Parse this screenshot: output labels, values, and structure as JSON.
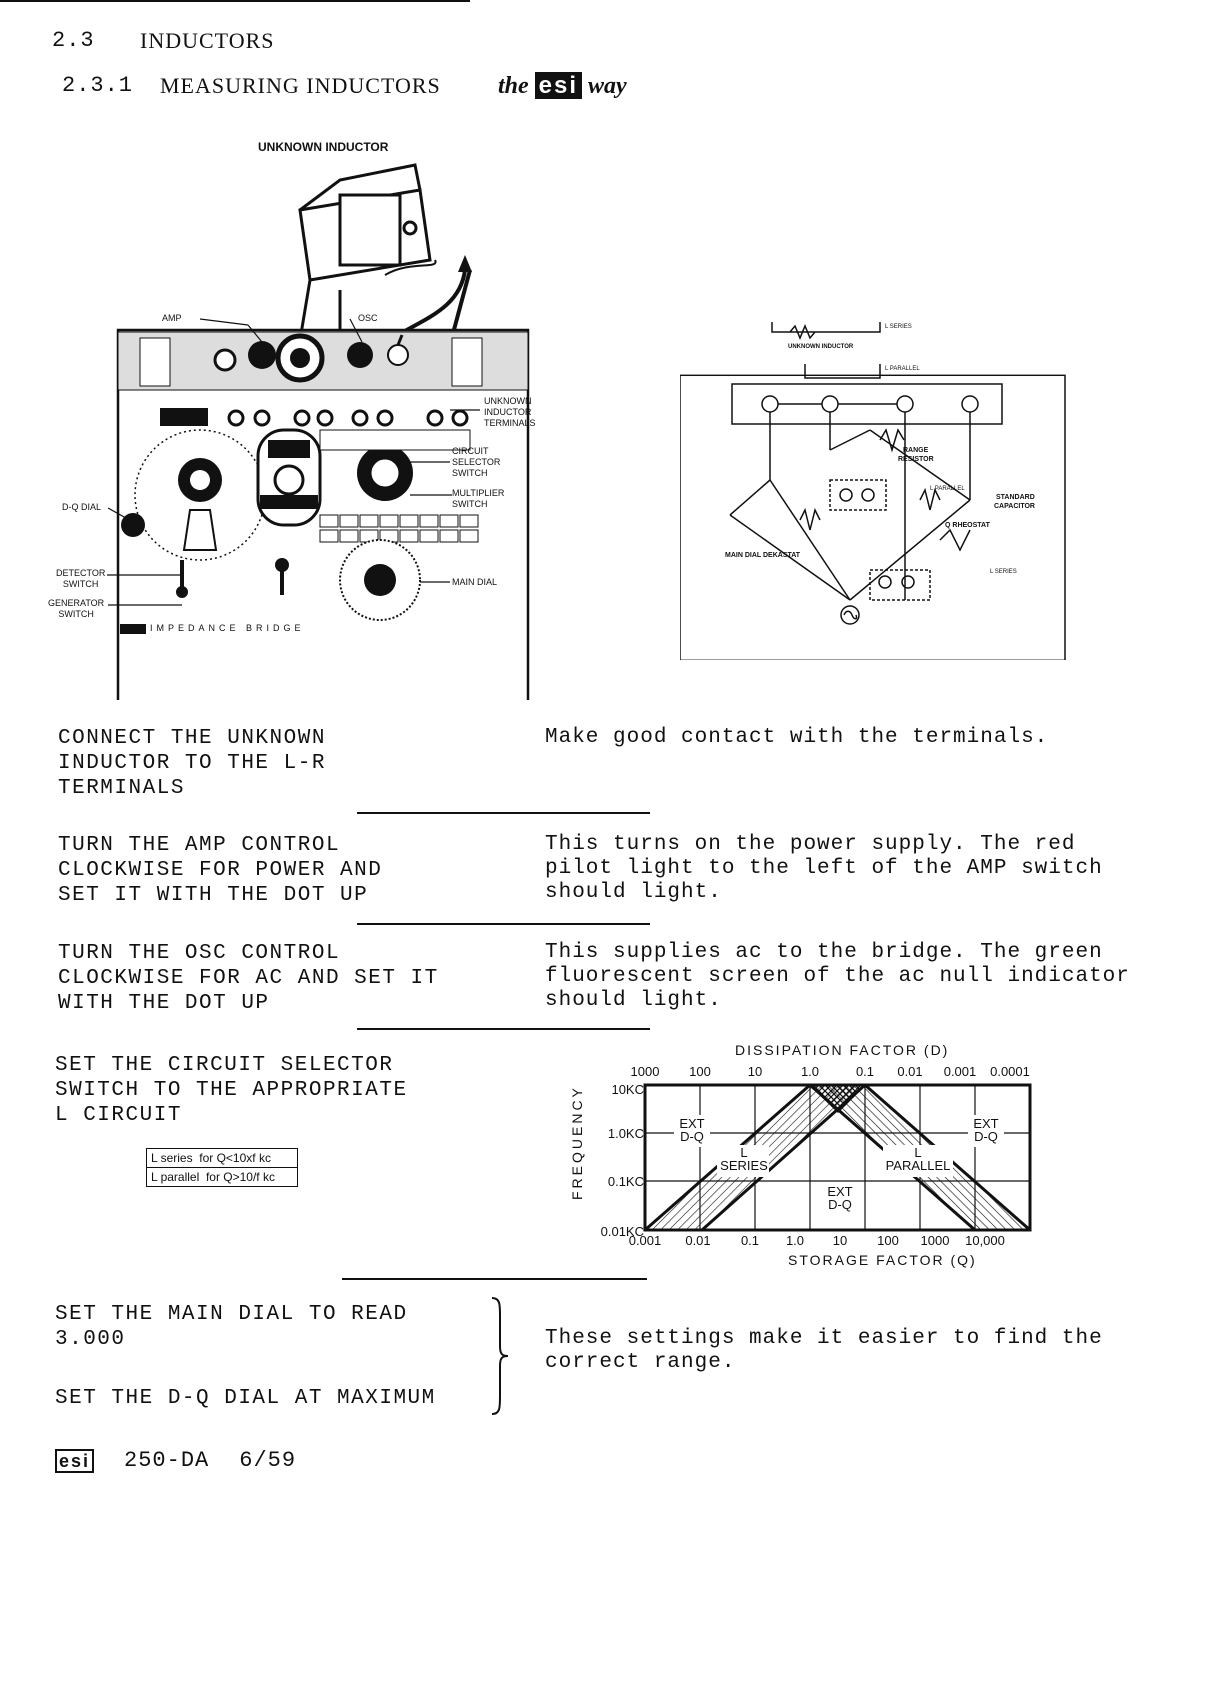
{
  "section": {
    "number": "2.3",
    "title": "INDUCTORS",
    "sub_number": "2.3.1",
    "sub_title": "MEASURING INDUCTORS",
    "logo_prefix": "the",
    "logo_word": "esi",
    "logo_suffix": "way"
  },
  "figure": {
    "unknown_inductor": "UNKNOWN INDUCTOR",
    "amp": "AMP",
    "osc": "OSC",
    "unknown_inductor_terminals": [
      "UNKNOWN",
      "INDUCTOR",
      "TERMINALS"
    ],
    "circuit_selector_switch": [
      "CIRCUIT",
      "SELECTOR",
      "SWITCH"
    ],
    "multiplier_switch": [
      "MULTIPLIER",
      "SWITCH"
    ],
    "dq_dial": "D-Q DIAL",
    "detector_switch": [
      "DETECTOR",
      "SWITCH"
    ],
    "generator_switch": [
      "GENERATOR",
      "SWITCH"
    ],
    "main_dial": "MAIN DIAL",
    "panel_brand": "IMPEDANCE BRIDGE"
  },
  "schematic": {
    "l_series_top": "L SERIES",
    "unknown_inductor": "UNKNOWN INDUCTOR",
    "l_parallel_top": "L PARALLEL",
    "range_resistor": [
      "RANGE",
      "RESISTOR"
    ],
    "l_parallel": "L PARALLEL",
    "standard_capacitor": [
      "STANDARD",
      "CAPACITOR"
    ],
    "q_rheostat": "Q RHEOSTAT",
    "main_dial_dekastat": "MAIN DIAL DEKASTAT",
    "l_series": "L SERIES"
  },
  "steps": [
    {
      "instruction": [
        "CONNECT THE UNKNOWN",
        "INDUCTOR TO THE L-R",
        "TERMINALS"
      ],
      "note": [
        "Make good contact with the terminals."
      ]
    },
    {
      "instruction": [
        "TURN THE AMP CONTROL",
        "CLOCKWISE FOR POWER AND",
        "SET IT WITH THE DOT UP"
      ],
      "note": [
        "This turns on the power supply.  The red",
        "pilot light to the left of the AMP switch",
        "should light."
      ]
    },
    {
      "instruction": [
        "TURN THE OSC CONTROL",
        "CLOCKWISE FOR AC AND SET IT",
        "WITH THE DOT UP"
      ],
      "note": [
        "This supplies ac to the bridge.  The green",
        "fluorescent screen of the ac null indicator",
        "should light."
      ]
    },
    {
      "instruction": [
        "SET THE CIRCUIT SELECTOR",
        "SWITCH TO THE APPROPRIATE",
        "L CIRCUIT"
      ]
    }
  ],
  "lcircuit_table": [
    {
      "label": "L series",
      "condition": "for Q<10xf kc"
    },
    {
      "label": "L parallel",
      "condition": "for Q>10/f kc"
    }
  ],
  "region_chart": {
    "title": "DISSIPATION FACTOR (D)",
    "top_ticks": [
      "1000",
      "100",
      "10",
      "1.0",
      "0.1",
      "0.01",
      "0.001",
      "0.0001"
    ],
    "left_ticks": [
      "10KC",
      "1.0KC",
      "0.1KC",
      "0.01KC"
    ],
    "bottom_ticks": [
      "0.001",
      "0.01",
      "0.1",
      "1.0",
      "10",
      "100",
      "1000",
      "10,000"
    ],
    "ylabel": "FREQUENCY",
    "xlabel": "STORAGE FACTOR (Q)",
    "regions": {
      "ext_dq_left": [
        "EXT",
        "D-Q"
      ],
      "l_series": [
        "L",
        "SERIES"
      ],
      "l_parallel": [
        "L",
        "PARALLEL"
      ],
      "ext_dq_right": [
        "EXT",
        "D-Q"
      ],
      "ext_dq_bottom": [
        "EXT",
        "D-Q"
      ]
    }
  },
  "final_steps": {
    "main_dial": [
      "SET THE MAIN DIAL TO READ",
      "3.000"
    ],
    "dq_dial": "SET THE D-Q DIAL AT MAXIMUM",
    "note": [
      "These settings make it easier to find the",
      "correct range."
    ]
  },
  "footer": {
    "logo": "esi",
    "doc": "250-DA",
    "date": "6/59"
  },
  "colors": {
    "ink": "#111111",
    "paper": "#ffffff"
  }
}
